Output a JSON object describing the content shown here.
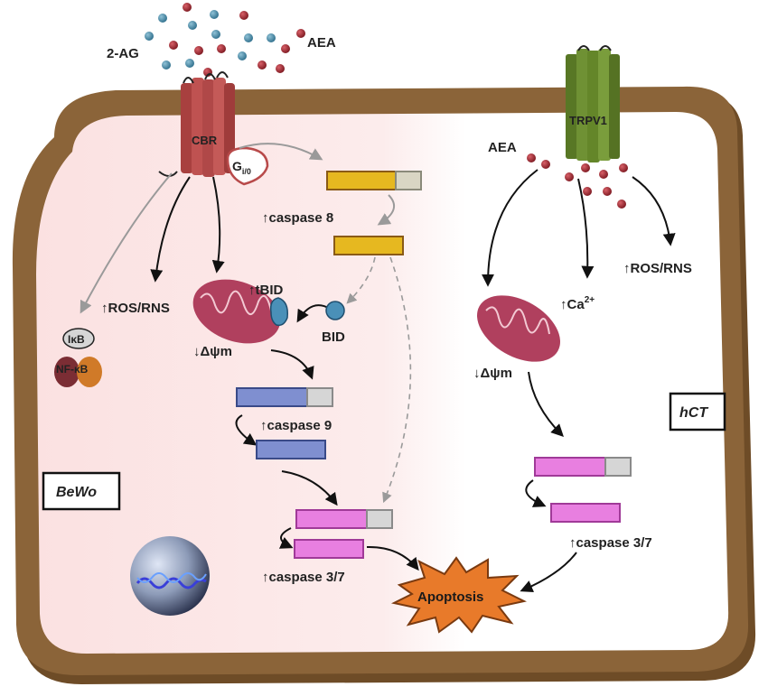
{
  "ligands": {
    "two_ag": "2-AG",
    "aea_top": "AEA",
    "aea_right": "AEA"
  },
  "receptors": {
    "cbr": "CBR",
    "gi_main": "G",
    "gi_sub": "i/0",
    "trpv1": "TRPV1"
  },
  "left_panel": {
    "cell_line": "BeWo",
    "ikb": "IκB",
    "nfkb": "NF-κB",
    "ros": "↑ROS/RNS",
    "tbid": "↑tBID",
    "bid": "BID",
    "dpsi": "↓Δψm",
    "caspase8": "↑caspase 8",
    "caspase9": "↑caspase 9",
    "caspase37": "↑caspase 3/7"
  },
  "right_panel": {
    "cell_line": "hCT",
    "dpsi": "↓Δψm",
    "ca_main": "↑Ca",
    "ca_sup": "2+",
    "ros": "↑ROS/RNS",
    "caspase37": "↑caspase 3/7"
  },
  "outcome": {
    "apoptosis": "Apoptosis"
  },
  "colors": {
    "membrane": "#8b6439",
    "cytoplasm_left": "#fbe3e3",
    "cbr": "#b84a4a",
    "trpv1": "#6a8b2e",
    "mitochondria": "#b0405e",
    "caspase8": "#e6b820",
    "caspase9": "#7f8fd0",
    "caspase37": "#e87fe0",
    "apoptosis": "#e87a2a",
    "ligand_blue": "#4c8aa8",
    "ligand_red": "#a82a33"
  }
}
